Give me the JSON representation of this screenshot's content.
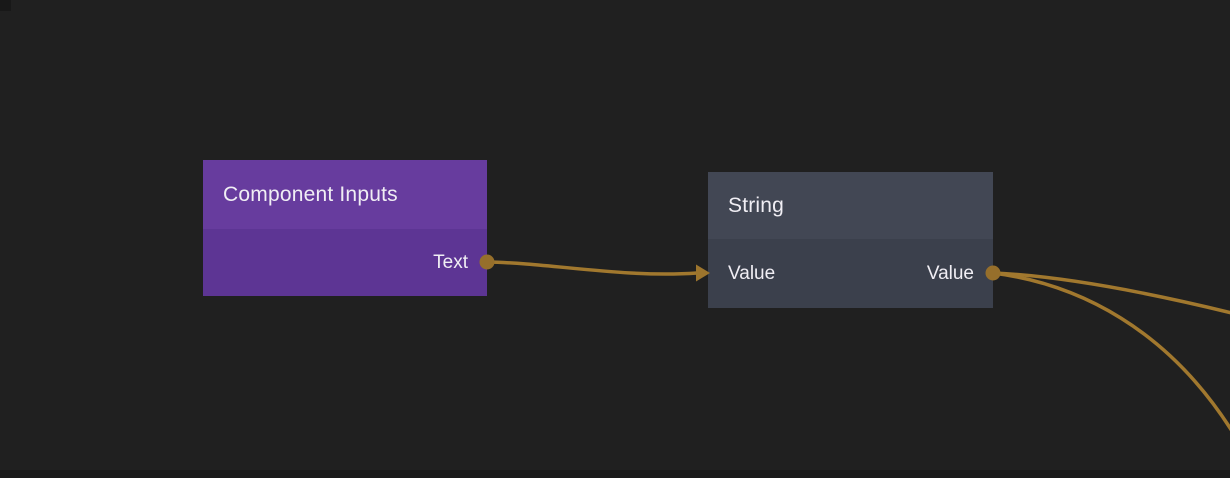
{
  "app": {
    "view": "node-graph-editor"
  },
  "colors": {
    "canvas_background": "#202020",
    "canvas_bottom_strip": "#1a1a1a",
    "canvas_corner_notch": "#181818",
    "wire": "#a1782e",
    "port_dot": "#966f2b",
    "component_inputs_header": "#673c9e",
    "component_inputs_body": "#5d3594",
    "string_header": "#424754",
    "string_body": "#3b404c",
    "node_text": "#f0eef4"
  },
  "nodes": [
    {
      "title": "Component Inputs",
      "inputs": [],
      "outputs": [
        {
          "label": "Text"
        }
      ]
    },
    {
      "title": "String",
      "inputs": [
        {
          "label": "Value"
        }
      ],
      "outputs": [
        {
          "label": "Value"
        }
      ]
    }
  ],
  "connections": [
    {
      "from": "Component Inputs / Text",
      "to": "String / Value"
    },
    {
      "from": "String / Value",
      "to": "off-screen right (upper wire)"
    },
    {
      "from": "String / Value",
      "to": "off-screen right (lower wire)"
    }
  ]
}
